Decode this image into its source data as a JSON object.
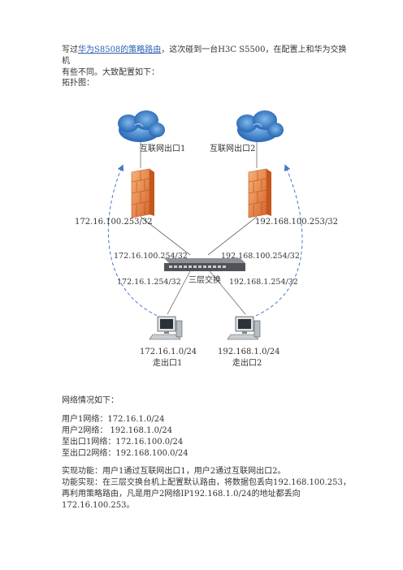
{
  "intro": {
    "pre": "写过",
    "link": "华为S8508的策略路由",
    "post1": "，这次碰到一台H3C S5500，在配置上和华为交换机",
    "post2": "有些不同。大致配置如下："
  },
  "topo_heading": "拓扑图：",
  "diagram": {
    "cloud1": "互联网出口1",
    "cloud2": "互联网出口2",
    "fw1_ip": "172.16.100.253/32",
    "fw2_ip": "192.168.100.253/32",
    "sw_ip_tl": "172.16.100.254/32",
    "sw_ip_tr": "192.168.100.254/32",
    "sw_ip_bl": "172.16.1.254/32",
    "sw_ip_br": "192.168.1.254/32",
    "switch_label": "三层交换",
    "pc1_net": "172.16.1.0/24",
    "pc1_exit": "走出口1",
    "pc2_net": "192.168.1.0/24",
    "pc2_exit": "走出口2",
    "colors": {
      "firewall": "#e8884a",
      "arrow": "#4a78c8",
      "cloud": "#2f7fd0"
    }
  },
  "network_heading": "网络情况如下：",
  "network": [
    "用户1网络：172.16.1.0/24",
    "用户2网络：  192.168.1.0/24",
    "至出口1网络：172.16.100.0/24",
    "至出口2网络：192.168.100.0/24"
  ],
  "goal": "实现功能：用户1通过互联网出口1，用户2通过互联网出口2。",
  "impl": [
    "功能实现：在三层交换台机上配置默认路由，将数据包丢向192.168.100.253，",
    "再利用策略路由，凡是用户2网络IP192.168.1.0/24的地址都丢向",
    "172.16.100.253。"
  ]
}
